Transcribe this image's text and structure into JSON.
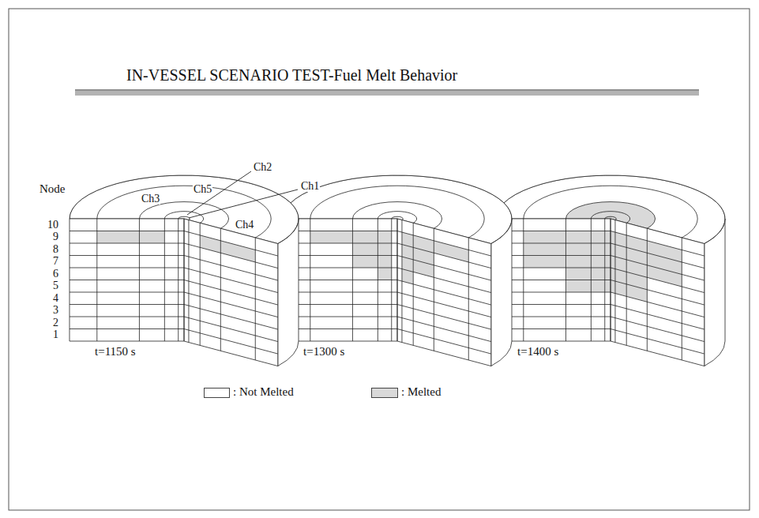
{
  "diagram": {
    "title": "IN-VESSEL SCENARIO TEST-Fuel Melt Behavior",
    "labels": [
      "Node",
      "10",
      "9",
      "8",
      "7",
      "6",
      "5",
      "4",
      "3",
      "2",
      "1",
      "Ch5",
      "Ch2",
      "Ch1",
      "Ch3",
      "Ch4",
      "t=1150 s",
      "t=1300 s",
      "t=1400 s"
    ],
    "legend": [
      {
        "text": ": Not Melted",
        "color": "#ffffff"
      },
      {
        "text": ": Melted",
        "color": "#d9d9d9"
      }
    ]
  }
}
